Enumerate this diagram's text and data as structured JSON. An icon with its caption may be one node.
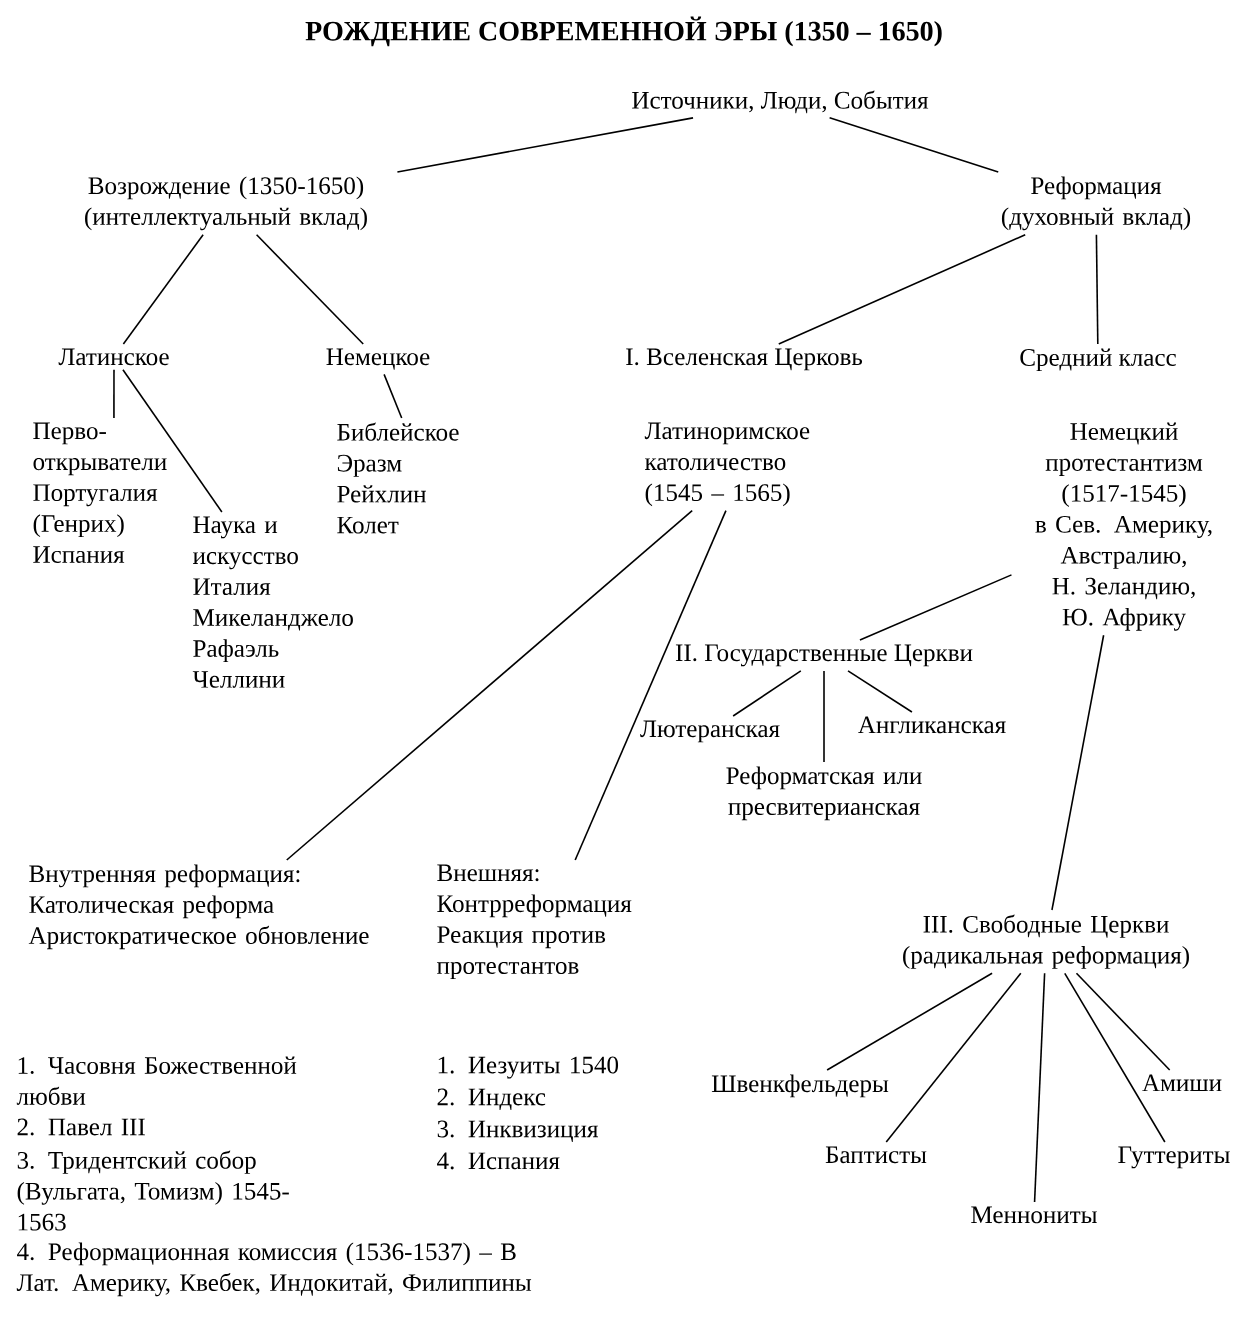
{
  "diagram": {
    "title": "РОЖДЕНИЕ СОВРЕМЕННОЙ ЭРЫ (1350 – 1650)",
    "nodes": [
      {
        "text": [
          "Источники, Люди, События"
        ]
      },
      {
        "text": [
          "Возрождение (1350-1650) (интеллектуальный вклад)"
        ]
      },
      {
        "text": [
          "Реформация (духовный вклад)"
        ]
      },
      {
        "text": [
          "Латинское"
        ]
      },
      {
        "text": [
          "Немецкое"
        ]
      },
      {
        "text": [
          "I. Вселенская Церковь"
        ]
      },
      {
        "text": [
          "Средний класс"
        ]
      },
      {
        "text": [
          "Перво-открыватели",
          "Португалия (Генрих)",
          "Испания"
        ]
      },
      {
        "text": [
          "Наука и искусство",
          "Италия",
          "Микеланджело",
          "Рафаэль",
          "Челлини"
        ]
      },
      {
        "text": [
          "Библейское",
          "Эразм",
          "Рейхлин",
          "Колет"
        ]
      },
      {
        "text": [
          "Латиноримское католичество (1545 – 1565)"
        ]
      },
      {
        "text": [
          "Немецкий протестантизм (1517-1545)",
          "в Сев. Америку, Австралию, Н. Зеландию, Ю. Африку"
        ]
      },
      {
        "text": [
          "II. Государственные Церкви"
        ]
      },
      {
        "text": [
          "Лютеранская"
        ]
      },
      {
        "text": [
          "Англиканская"
        ]
      },
      {
        "text": [
          "Реформатская или пресвитерианская"
        ]
      },
      {
        "text": [
          "Внутренняя реформация:",
          "Католическая реформа",
          "Аристократическое обновление"
        ]
      },
      {
        "text": [
          "Внешняя:",
          "Контрреформация",
          "Реакция против протестантов"
        ]
      },
      {
        "text": [
          "III. Свободные Церкви (радикальная реформация)"
        ]
      },
      {
        "text": [
          "Швенкфельдеры"
        ]
      },
      {
        "text": [
          "Амиши"
        ]
      },
      {
        "text": [
          "Баптисты"
        ]
      },
      {
        "text": [
          "Гуттериты"
        ]
      },
      {
        "text": [
          "Меннониты"
        ]
      }
    ],
    "edges": [
      {
        "from": 0,
        "to": 1,
        "arrow": "none"
      },
      {
        "from": 0,
        "to": 2,
        "arrow": "none"
      },
      {
        "from": 1,
        "to": 3,
        "arrow": "none"
      },
      {
        "from": 1,
        "to": 4,
        "arrow": "none"
      },
      {
        "from": 2,
        "to": 5,
        "arrow": "none"
      },
      {
        "from": 2,
        "to": 6,
        "arrow": "none"
      },
      {
        "from": 3,
        "to": 7,
        "arrow": "none"
      },
      {
        "from": 3,
        "to": 8,
        "arrow": "none"
      },
      {
        "from": 4,
        "to": 9,
        "arrow": "none"
      },
      {
        "from": 10,
        "to": 16,
        "arrow": "none"
      },
      {
        "from": 10,
        "to": 17,
        "arrow": "none"
      },
      {
        "from": 11,
        "to": 12,
        "arrow": "none"
      },
      {
        "from": 12,
        "to": 13,
        "arrow": "none"
      },
      {
        "from": 12,
        "to": 14,
        "arrow": "none"
      },
      {
        "from": 12,
        "to": 15,
        "arrow": "none"
      },
      {
        "from": 11,
        "to": 18,
        "arrow": "none"
      },
      {
        "from": 18,
        "to": 19,
        "arrow": "none"
      },
      {
        "from": 18,
        "to": 20,
        "arrow": "none"
      },
      {
        "from": 18,
        "to": 21,
        "arrow": "none"
      },
      {
        "from": 18,
        "to": 22,
        "arrow": "none"
      },
      {
        "from": 18,
        "to": 23,
        "arrow": "none"
      }
    ],
    "labels": [
      "1. Часовня Божественной любви",
      "2. Павел III",
      "3. Тридентский собор (Вульгата, Томизм) 1545-1563",
      "4. Реформационная комиссия (1536-1537) – В Лат. Америку, Квебек, Индокитай, Филиппины",
      "1. Иезуиты 1540",
      "2. Индекс",
      "3. Инквизиция",
      "4. Испания"
    ]
  }
}
